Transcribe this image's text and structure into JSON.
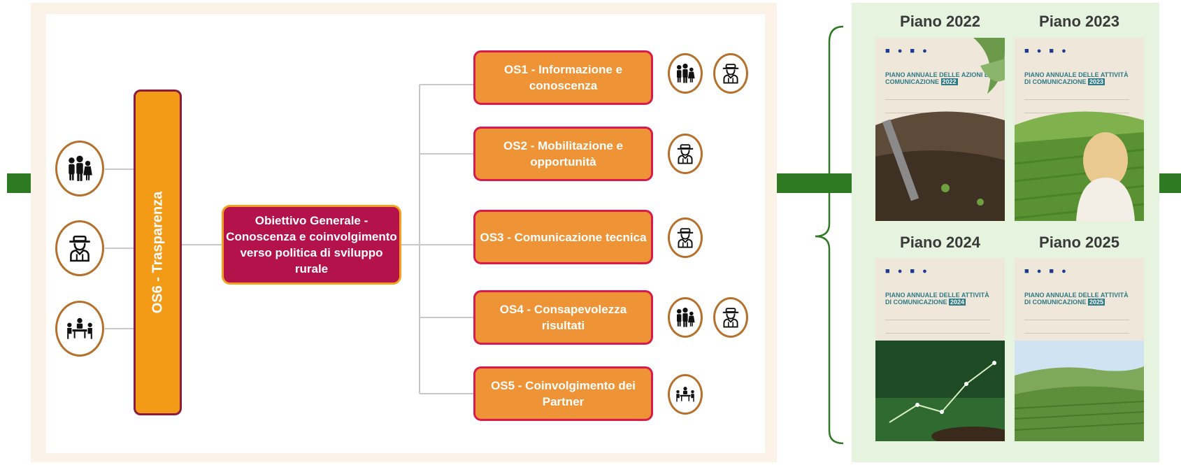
{
  "diagram": {
    "os6_label": "OS6 - Trasparenza",
    "obiettivo_generale": "Obiettivo Generale - Conoscenza e coinvolgimento verso politica di sviluppo rurale",
    "objectives": [
      {
        "id": "OS1",
        "label": "OS1 - Informazione e conoscenza",
        "icons": [
          "families-icon",
          "farmer-icon"
        ]
      },
      {
        "id": "OS2",
        "label": "OS2 - Mobilitazione e opportunità",
        "icons": [
          "farmer-icon"
        ]
      },
      {
        "id": "OS3",
        "label": "OS3 - Comunicazione tecnica",
        "icons": [
          "farmer-icon"
        ]
      },
      {
        "id": "OS4",
        "label": "OS4 - Consapevolezza risultati",
        "icons": [
          "families-icon",
          "farmer-icon"
        ]
      },
      {
        "id": "OS5",
        "label": "OS5 - Coinvolgimento dei Partner",
        "icons": [
          "meeting-icon"
        ]
      }
    ],
    "left_icons": [
      "families-icon",
      "farmer-icon",
      "meeting-icon"
    ]
  },
  "plans": [
    {
      "title": "Piano 2022",
      "cover_title": "PIANO ANNUALE DELLE AZIONI DI COMUNICAZIONE",
      "year": "2022"
    },
    {
      "title": "Piano 2023",
      "cover_title": "PIANO ANNUALE DELLE ATTIVITÀ DI COMUNICAZIONE",
      "year": "2023"
    },
    {
      "title": "Piano 2024",
      "cover_title": "PIANO ANNUALE DELLE ATTIVITÀ DI COMUNICAZIONE",
      "year": "2024"
    },
    {
      "title": "Piano 2025",
      "cover_title": "PIANO ANNUALE DELLE ATTIVITÀ DI COMUNICAZIONE",
      "year": "2025"
    }
  ],
  "colors": {
    "green_bar": "#2e7a22",
    "os6_fill": "#f39a17",
    "og_fill": "#b3124b",
    "os_fill": "#ef9436",
    "os_border": "#d91a4e",
    "icon_ring": "#b5712c"
  }
}
